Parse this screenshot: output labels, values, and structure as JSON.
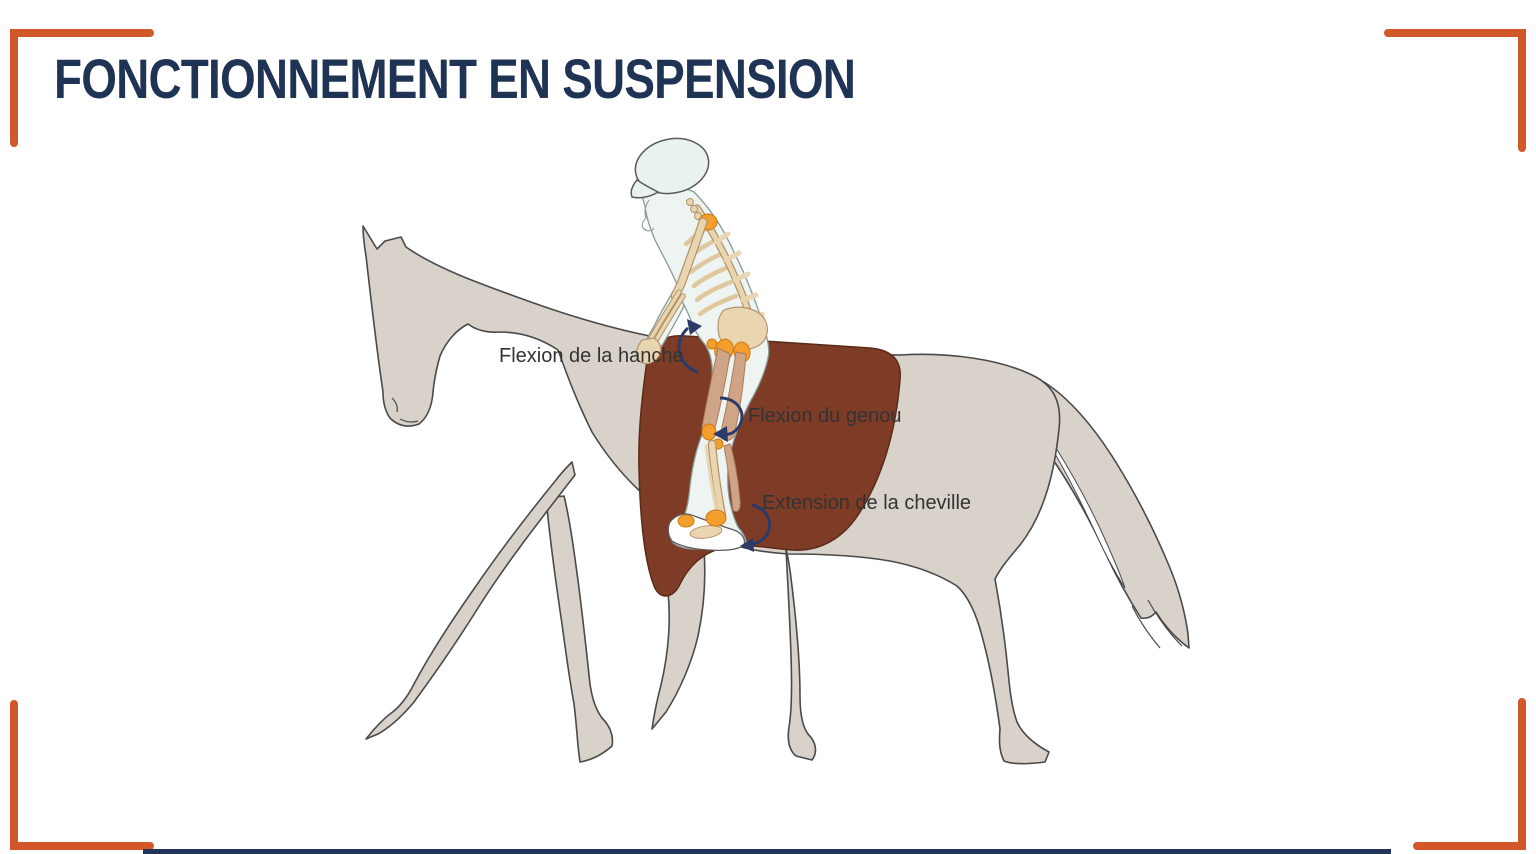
{
  "slide": {
    "title": "FONCTIONNEMENT EN SUSPENSION"
  },
  "annotations": {
    "hip": {
      "label": "Flexion de la hanche",
      "icon": "hip-rotation-arrow-icon"
    },
    "knee": {
      "label": "Flexion du genou",
      "icon": "knee-rotation-arrow-icon"
    },
    "ankle": {
      "label": "Extension de la cheville",
      "icon": "ankle-rotation-arrow-icon"
    }
  },
  "colors": {
    "background": "#FFFFFF",
    "accent_orange": "#D2582A",
    "title_navy": "#1F3355",
    "bottom_bar": "#223457",
    "label_text": "#333333",
    "arrow_navy": "#2B3A67",
    "horse_gray": "#D8D2CB",
    "horse_outline": "#4A4A4A",
    "saddle_brown": "#7E3C26",
    "saddle_outline": "#5A2A18",
    "rider_fill": "#EDF4F2",
    "rider_outline": "#8A9A98",
    "bone_fill": "#E9D6B1",
    "bone_outline": "#B2946A",
    "rib_tone": "#DFC89E",
    "muscle_tan": "#D0A486",
    "muscle_outline": "#A97B5D",
    "joint_orange": "#F59E2B",
    "joint_outline": "#C97B12",
    "shoe_white": "#FFFFFF"
  }
}
